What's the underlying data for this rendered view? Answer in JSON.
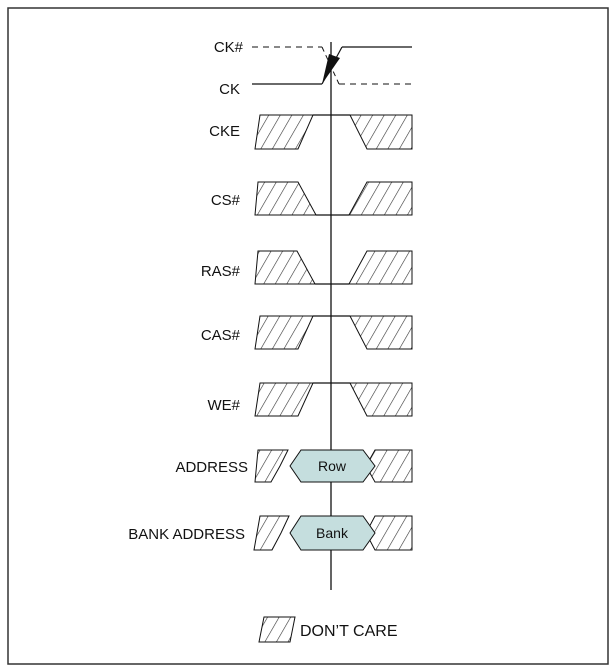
{
  "diagram": {
    "signals": {
      "ck_n": "CK#",
      "ck": "CK",
      "cke": "CKE",
      "cs_n": "CS#",
      "ras_n": "RAS#",
      "cas_n": "CAS#",
      "we_n": "WE#",
      "address": "ADDRESS",
      "bank_address": "BANK ADDRESS"
    },
    "values": {
      "row": "Row",
      "bank": "Bank"
    },
    "legend": {
      "dont_care": "DON’T CARE"
    },
    "colors": {
      "line": "#111111",
      "hatch": "#333333",
      "value_fill": "#c5dede",
      "border": "#333333"
    }
  }
}
